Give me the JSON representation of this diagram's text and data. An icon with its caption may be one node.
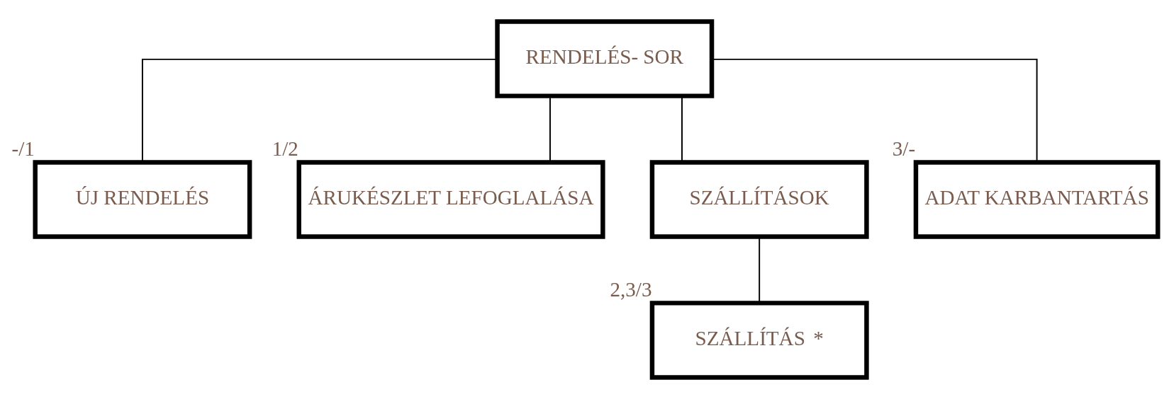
{
  "diagram": {
    "nodes": [
      {
        "text": [
          "RENDELÉS- SOR"
        ]
      },
      {
        "text": [
          "ÚJ RENDELÉS"
        ],
        "beside": [
          "-/1"
        ]
      },
      {
        "text": [
          "ÁRUKÉSZLET LEFOGLALÁSA"
        ],
        "beside": [
          "1/2"
        ]
      },
      {
        "text": [
          "SZÁLLÍTÁSOK"
        ]
      },
      {
        "text": [
          "ADAT KARBANTARTÁS"
        ],
        "beside": [
          "3/-"
        ]
      },
      {
        "text": [
          "SZÁLLÍTÁS",
          "*"
        ],
        "beside": [
          "2,3/3"
        ]
      }
    ],
    "edges": [
      {
        "from": 0,
        "to": 1,
        "arrow": "none"
      },
      {
        "from": 0,
        "to": 2,
        "arrow": "none"
      },
      {
        "from": 0,
        "to": 3,
        "arrow": "none"
      },
      {
        "from": 0,
        "to": 4,
        "arrow": "none"
      },
      {
        "from": 3,
        "to": 5,
        "arrow": "none"
      }
    ]
  }
}
